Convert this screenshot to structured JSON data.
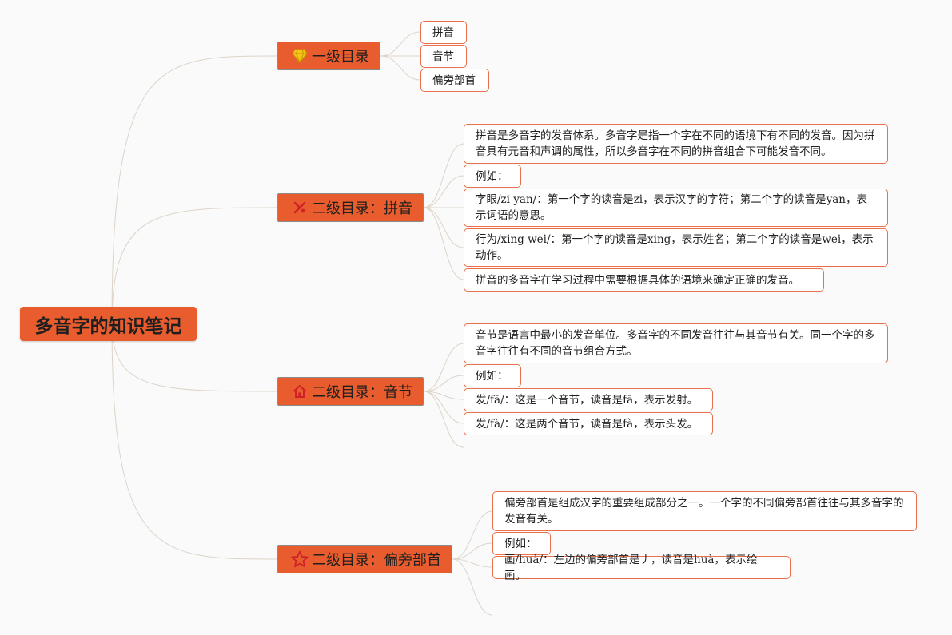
{
  "root": {
    "label": "多音字的知识笔记"
  },
  "branches": [
    {
      "label": "一级目录",
      "icon": "diamond-icon",
      "children": [
        "拼音",
        "音节",
        "偏旁部首"
      ]
    },
    {
      "label": "二级目录：拼音",
      "icon": "tools-icon",
      "children": [
        "拼音是多音字的发音体系。多音字是指一个字在不同的语境下有不同的发音。因为拼音具有元音和声调的属性，所以多音字在不同的拼音组合下可能发音不同。",
        "例如：",
        "字眼/zi yan/：第一个字的读音是zi，表示汉字的字符；第二个字的读音是yan，表示词语的意思。",
        "行为/xing wei/：第一个字的读音是xing，表示姓名；第二个字的读音是wei，表示动作。",
        "拼音的多音字在学习过程中需要根据具体的语境来确定正确的发音。"
      ]
    },
    {
      "label": "二级目录：音节",
      "icon": "home-icon",
      "children": [
        "音节是语言中最小的发音单位。多音字的不同发音往往与其音节有关。同一个字的多音字往往有不同的音节组合方式。",
        "例如：",
        "发/fā/：这是一个音节，读音是fā，表示发射。",
        "发/fà/：这是两个音节，读音是fà，表示头发。"
      ]
    },
    {
      "label": "二级目录：偏旁部首",
      "icon": "star-icon",
      "children": [
        "偏旁部首是组成汉字的重要组成部分之一。一个字的不同偏旁部首往往与其多音字的发音有关。",
        "例如：",
        "画/huà/：左边的偏旁部首是丿，读音是huà，表示绘画。"
      ]
    }
  ],
  "colors": {
    "node_fill": "#e85c2d",
    "leaf_border": "#e8704a",
    "link": "#ddd4c8",
    "icon_diamond": "#f5c518",
    "icon_tools": "#d0202a",
    "icon_home": "#d0202a",
    "icon_star": "#d0202a"
  }
}
